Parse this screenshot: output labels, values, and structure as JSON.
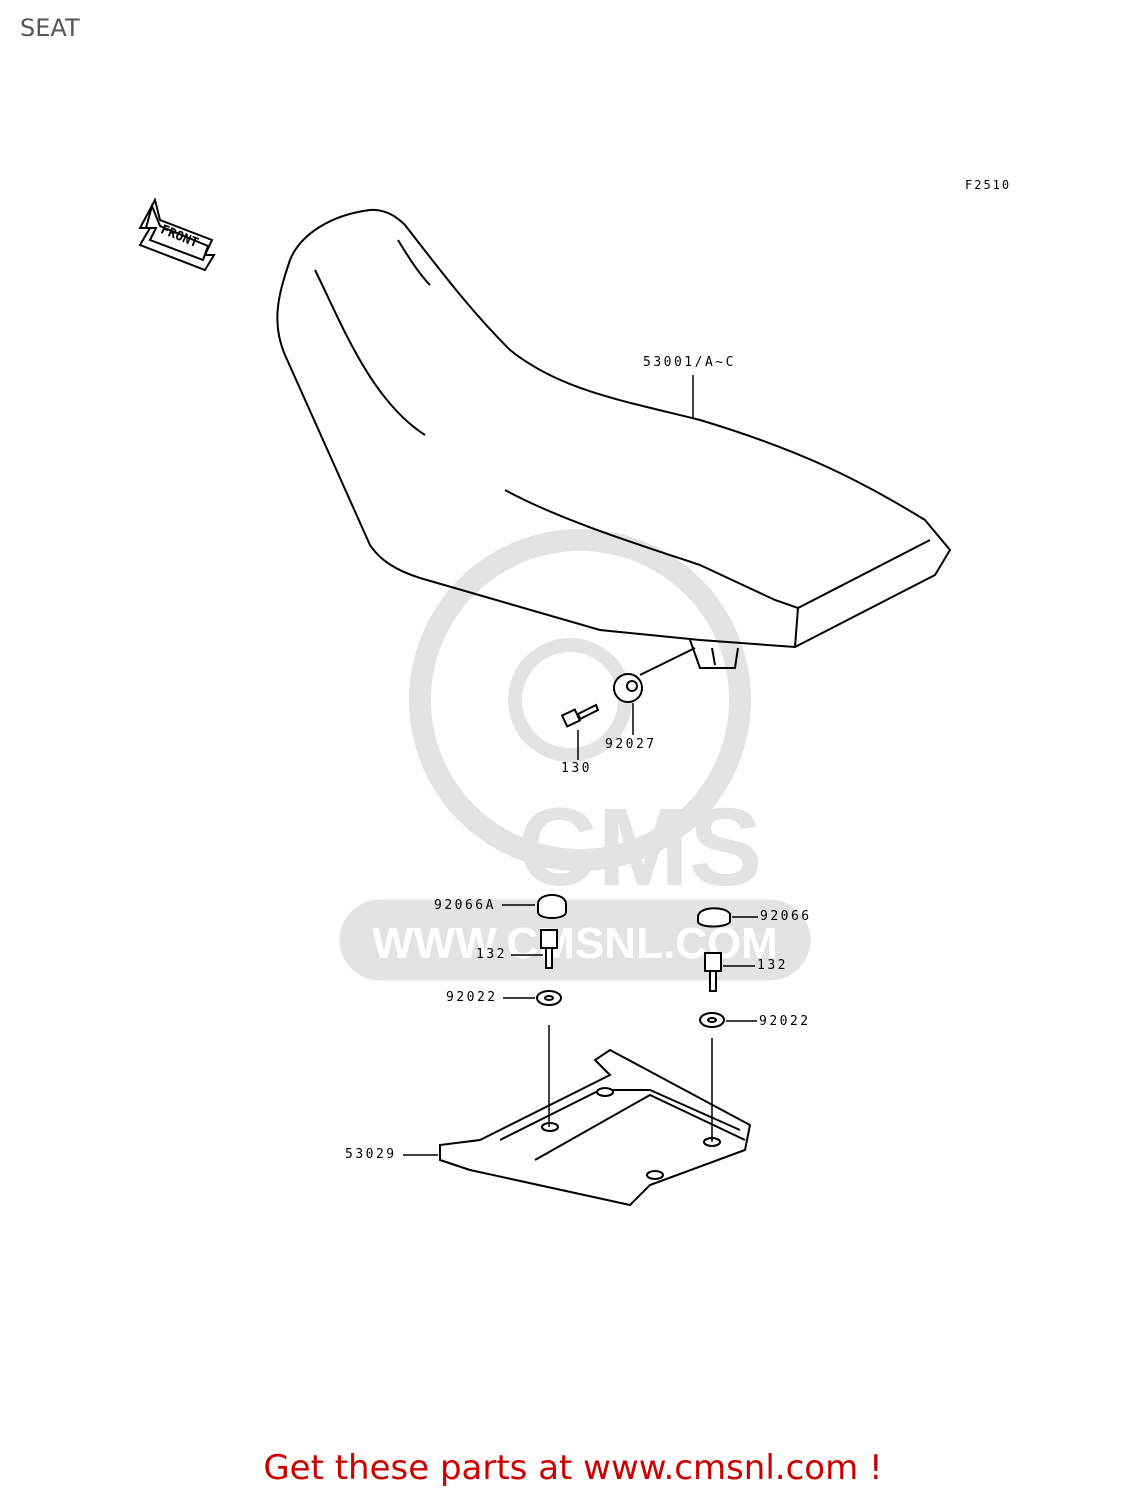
{
  "page": {
    "title": "SEAT",
    "figure_code": "F2510",
    "footer": "Get these parts at www.cmsnl.com !"
  },
  "front_arrow": {
    "label": "FRONT"
  },
  "watermark": {
    "text": "CMS",
    "url": "WWW.CMSNL.COM",
    "color": "#d9d9d9"
  },
  "parts": [
    {
      "id": "seat",
      "number": "53001/A~C"
    },
    {
      "id": "collar",
      "number": "92027"
    },
    {
      "id": "bolt-130",
      "number": "130"
    },
    {
      "id": "cap-left",
      "number": "92066A"
    },
    {
      "id": "cap-right",
      "number": "92066"
    },
    {
      "id": "bolt-132-left",
      "number": "132"
    },
    {
      "id": "bolt-132-right",
      "number": "132"
    },
    {
      "id": "washer-left",
      "number": "92022"
    },
    {
      "id": "washer-right",
      "number": "92022"
    },
    {
      "id": "bracket",
      "number": "53029"
    }
  ],
  "colors": {
    "line": "#000000",
    "footer": "#cc0000",
    "title": "#555555"
  }
}
